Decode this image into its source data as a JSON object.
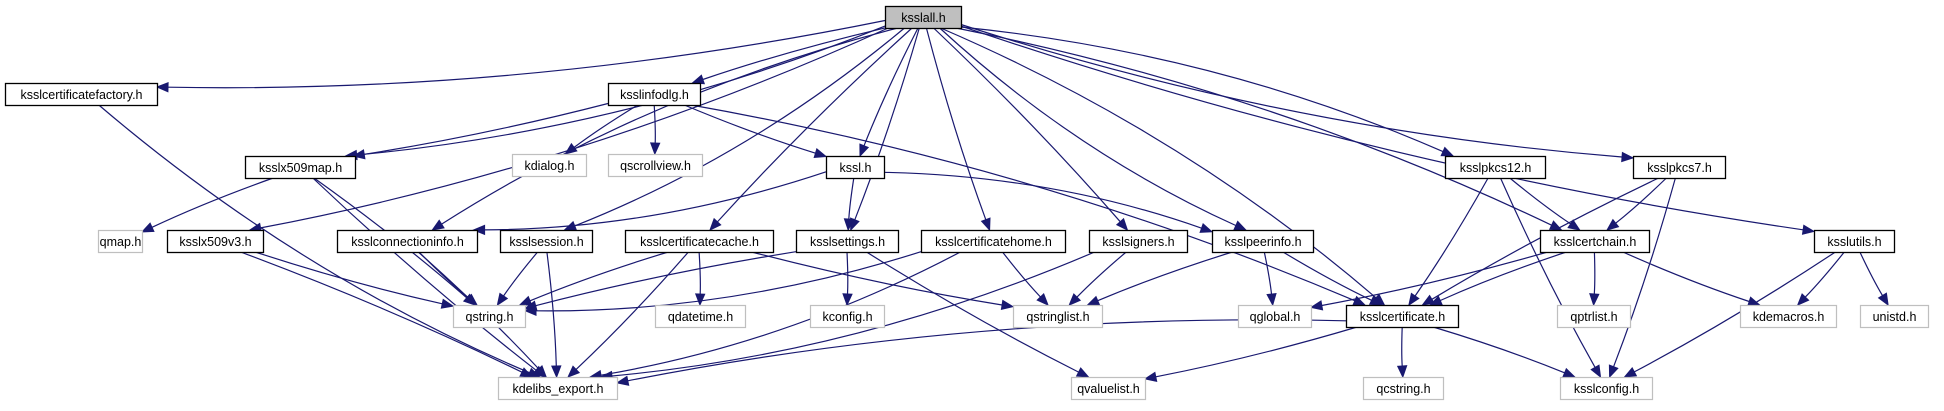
{
  "diagram": {
    "type": "include-dependency-graph",
    "root": "ksslall.h",
    "colors": {
      "edge": "#191970",
      "root_fill": "#bfbfbf",
      "node_border": "#000000",
      "external_border": "#bfbfbf",
      "background": "#ffffff"
    },
    "nodes": [
      {
        "id": "ksslall",
        "label": "ksslall.h",
        "kind": "root"
      },
      {
        "id": "ksslcertificatefactory",
        "label": "ksslcertificatefactory.h",
        "kind": "internal"
      },
      {
        "id": "ksslinfodlg",
        "label": "ksslinfodlg.h",
        "kind": "internal"
      },
      {
        "id": "ksslx509map",
        "label": "ksslx509map.h",
        "kind": "internal"
      },
      {
        "id": "kdialog",
        "label": "kdialog.h",
        "kind": "external"
      },
      {
        "id": "qscrollview",
        "label": "qscrollview.h",
        "kind": "external"
      },
      {
        "id": "kssl",
        "label": "kssl.h",
        "kind": "internal"
      },
      {
        "id": "ksslpkcs12",
        "label": "ksslpkcs12.h",
        "kind": "internal"
      },
      {
        "id": "ksslpkcs7",
        "label": "ksslpkcs7.h",
        "kind": "internal"
      },
      {
        "id": "qmap",
        "label": "qmap.h",
        "kind": "external"
      },
      {
        "id": "ksslx509v3",
        "label": "ksslx509v3.h",
        "kind": "internal"
      },
      {
        "id": "ksslconnectioninfo",
        "label": "ksslconnectioninfo.h",
        "kind": "internal"
      },
      {
        "id": "ksslsession",
        "label": "ksslsession.h",
        "kind": "internal"
      },
      {
        "id": "ksslcertificatecache",
        "label": "ksslcertificatecache.h",
        "kind": "internal"
      },
      {
        "id": "ksslsettings",
        "label": "ksslsettings.h",
        "kind": "internal"
      },
      {
        "id": "ksslcertificatehome",
        "label": "ksslcertificatehome.h",
        "kind": "internal"
      },
      {
        "id": "ksslsigners",
        "label": "ksslsigners.h",
        "kind": "internal"
      },
      {
        "id": "ksslpeerinfo",
        "label": "ksslpeerinfo.h",
        "kind": "internal"
      },
      {
        "id": "ksslcertchain",
        "label": "ksslcertchain.h",
        "kind": "internal"
      },
      {
        "id": "ksslutils",
        "label": "ksslutils.h",
        "kind": "internal"
      },
      {
        "id": "qstring",
        "label": "qstring.h",
        "kind": "external"
      },
      {
        "id": "qdatetime",
        "label": "qdatetime.h",
        "kind": "external"
      },
      {
        "id": "kconfig",
        "label": "kconfig.h",
        "kind": "external"
      },
      {
        "id": "qstringlist",
        "label": "qstringlist.h",
        "kind": "external"
      },
      {
        "id": "qglobal",
        "label": "qglobal.h",
        "kind": "external"
      },
      {
        "id": "ksslcertificate",
        "label": "ksslcertificate.h",
        "kind": "internal"
      },
      {
        "id": "qptrlist",
        "label": "qptrlist.h",
        "kind": "external"
      },
      {
        "id": "kdemacros",
        "label": "kdemacros.h",
        "kind": "external"
      },
      {
        "id": "unistd",
        "label": "unistd.h",
        "kind": "external"
      },
      {
        "id": "kdelibs_export",
        "label": "kdelibs_export.h",
        "kind": "external"
      },
      {
        "id": "qvaluelist",
        "label": "qvaluelist.h",
        "kind": "external"
      },
      {
        "id": "qcstring",
        "label": "qcstring.h",
        "kind": "external"
      },
      {
        "id": "ksslconfig",
        "label": "ksslconfig.h",
        "kind": "external"
      }
    ],
    "edges": [
      [
        "ksslall",
        "ksslcertificatefactory"
      ],
      [
        "ksslall",
        "ksslinfodlg"
      ],
      [
        "ksslall",
        "ksslx509map"
      ],
      [
        "ksslall",
        "kssl"
      ],
      [
        "ksslall",
        "ksslpkcs12"
      ],
      [
        "ksslall",
        "ksslpkcs7"
      ],
      [
        "ksslall",
        "ksslx509v3"
      ],
      [
        "ksslall",
        "ksslconnectioninfo"
      ],
      [
        "ksslall",
        "ksslsession"
      ],
      [
        "ksslall",
        "ksslcertificatecache"
      ],
      [
        "ksslall",
        "ksslsettings"
      ],
      [
        "ksslall",
        "ksslcertificatehome"
      ],
      [
        "ksslall",
        "ksslsigners"
      ],
      [
        "ksslall",
        "ksslpeerinfo"
      ],
      [
        "ksslall",
        "ksslcertchain"
      ],
      [
        "ksslall",
        "ksslutils"
      ],
      [
        "ksslall",
        "ksslcertificate"
      ],
      [
        "ksslcertificatefactory",
        "kdelibs_export"
      ],
      [
        "ksslinfodlg",
        "ksslx509map"
      ],
      [
        "ksslinfodlg",
        "kdialog"
      ],
      [
        "ksslinfodlg",
        "qscrollview"
      ],
      [
        "ksslinfodlg",
        "kssl"
      ],
      [
        "ksslinfodlg",
        "ksslcertificate"
      ],
      [
        "ksslx509map",
        "qmap"
      ],
      [
        "ksslx509map",
        "qstring"
      ],
      [
        "ksslx509map",
        "kdelibs_export"
      ],
      [
        "kssl",
        "ksslconnectioninfo"
      ],
      [
        "kssl",
        "ksslsettings"
      ],
      [
        "kssl",
        "ksslpeerinfo"
      ],
      [
        "ksslpkcs12",
        "ksslcertchain"
      ],
      [
        "ksslpkcs12",
        "ksslcertificate"
      ],
      [
        "ksslpkcs12",
        "ksslconfig"
      ],
      [
        "ksslpkcs7",
        "ksslcertchain"
      ],
      [
        "ksslpkcs7",
        "ksslcertificate"
      ],
      [
        "ksslpkcs7",
        "ksslconfig"
      ],
      [
        "ksslx509v3",
        "qstring"
      ],
      [
        "ksslx509v3",
        "kdelibs_export"
      ],
      [
        "ksslconnectioninfo",
        "qstring"
      ],
      [
        "ksslconnectioninfo",
        "kdelibs_export"
      ],
      [
        "ksslsession",
        "qstring"
      ],
      [
        "ksslsession",
        "kdelibs_export"
      ],
      [
        "ksslcertificatecache",
        "qstring"
      ],
      [
        "ksslcertificatecache",
        "qdatetime"
      ],
      [
        "ksslcertificatecache",
        "qstringlist"
      ],
      [
        "ksslcertificatecache",
        "kdelibs_export"
      ],
      [
        "ksslsettings",
        "qstring"
      ],
      [
        "ksslsettings",
        "kconfig"
      ],
      [
        "ksslsettings",
        "qvaluelist"
      ],
      [
        "ksslcertificatehome",
        "qstring"
      ],
      [
        "ksslcertificatehome",
        "qstringlist"
      ],
      [
        "ksslcertificatehome",
        "kdelibs_export"
      ],
      [
        "ksslsigners",
        "qstringlist"
      ],
      [
        "ksslsigners",
        "kdelibs_export"
      ],
      [
        "ksslpeerinfo",
        "qstringlist"
      ],
      [
        "ksslpeerinfo",
        "qglobal"
      ],
      [
        "ksslpeerinfo",
        "ksslcertificate"
      ],
      [
        "ksslcertchain",
        "qglobal"
      ],
      [
        "ksslcertchain",
        "ksslcertificate"
      ],
      [
        "ksslcertchain",
        "qptrlist"
      ],
      [
        "ksslcertchain",
        "kdemacros"
      ],
      [
        "ksslutils",
        "kdemacros"
      ],
      [
        "ksslutils",
        "unistd"
      ],
      [
        "ksslutils",
        "ksslconfig"
      ],
      [
        "ksslcertificate",
        "kdelibs_export"
      ],
      [
        "ksslcertificate",
        "qvaluelist"
      ],
      [
        "ksslcertificate",
        "qcstring"
      ],
      [
        "ksslcertificate",
        "ksslconfig"
      ]
    ]
  }
}
